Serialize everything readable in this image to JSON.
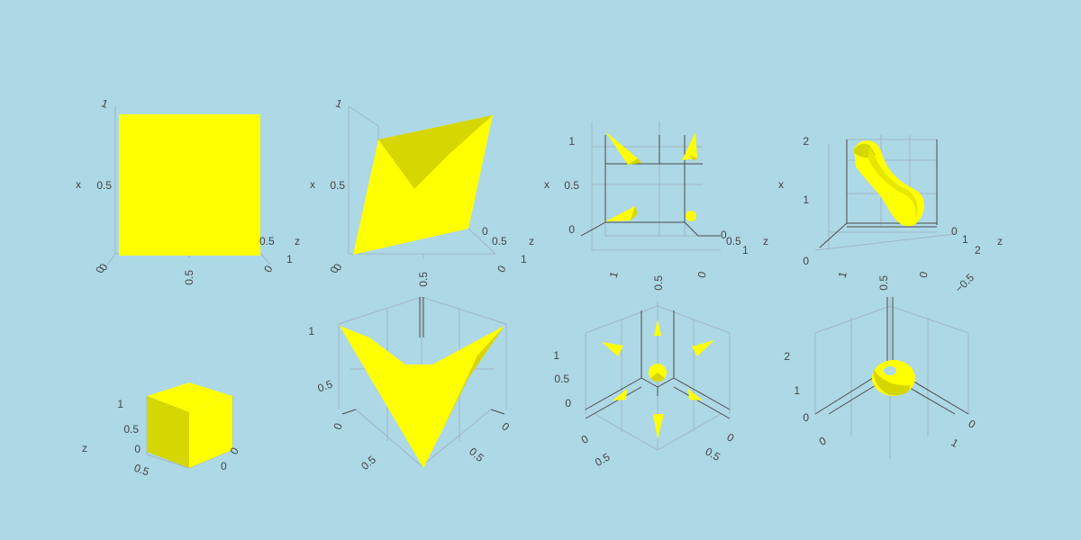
{
  "colors": {
    "background": "#add8e6",
    "surface": "#ffff00",
    "surface_shade": "#d6d600",
    "axis": "#4a4a4a",
    "grid": "#9fb7c2"
  },
  "chart_data": [
    {
      "type": "mesh3d",
      "id": "p1",
      "axis_titles": {
        "x": "x",
        "z": "z"
      },
      "ticks": {
        "x": [
          "1",
          "0.5",
          "0"
        ],
        "y": [
          "0.5",
          "0"
        ],
        "z": [
          "0.5",
          "1"
        ]
      }
    },
    {
      "type": "mesh3d",
      "id": "p2",
      "axis_titles": {
        "x": "x",
        "z": "z"
      },
      "ticks": {
        "x": [
          "1",
          "0.5",
          "0"
        ],
        "y": [
          "0.5",
          "0"
        ],
        "z": [
          "0",
          "0.5",
          "1"
        ]
      }
    },
    {
      "type": "cone",
      "id": "p3",
      "axis_titles": {
        "x": "x",
        "z": "z"
      },
      "ticks": {
        "x": [
          "1",
          "0.5",
          "0"
        ],
        "y": [
          "1",
          "0.5",
          "0"
        ],
        "z": [
          "0",
          "0.5",
          "1"
        ]
      }
    },
    {
      "type": "streamtube",
      "id": "p4",
      "axis_titles": {
        "x": "x",
        "z": "z"
      },
      "ticks": {
        "x": [
          "2",
          "1",
          "0"
        ],
        "y": [
          "1",
          "0.5",
          "0",
          "−0.5"
        ],
        "z": [
          "0",
          "1",
          "2"
        ]
      }
    },
    {
      "type": "mesh3d",
      "id": "p5",
      "axis_titles": {
        "z": "z"
      },
      "ticks": {
        "a": [
          "1",
          "0.5",
          "0"
        ],
        "b": [
          "0.5"
        ],
        "c": [
          "0",
          "0"
        ]
      }
    },
    {
      "type": "mesh3d",
      "id": "p6",
      "ticks": {
        "v": [
          "1",
          "0.5",
          "0"
        ],
        "l": [
          "0.5"
        ],
        "r": [
          "0",
          "0.5"
        ]
      }
    },
    {
      "type": "cone",
      "id": "p7",
      "ticks": {
        "v": [
          "1",
          "0.5",
          "0"
        ],
        "l": [
          "0",
          "0.5"
        ],
        "r": [
          "0",
          "0.5"
        ]
      }
    },
    {
      "type": "streamtube",
      "id": "p8",
      "ticks": {
        "v": [
          "2",
          "1",
          "0"
        ],
        "l": [
          "0"
        ],
        "r": [
          "0",
          "1"
        ]
      }
    }
  ]
}
